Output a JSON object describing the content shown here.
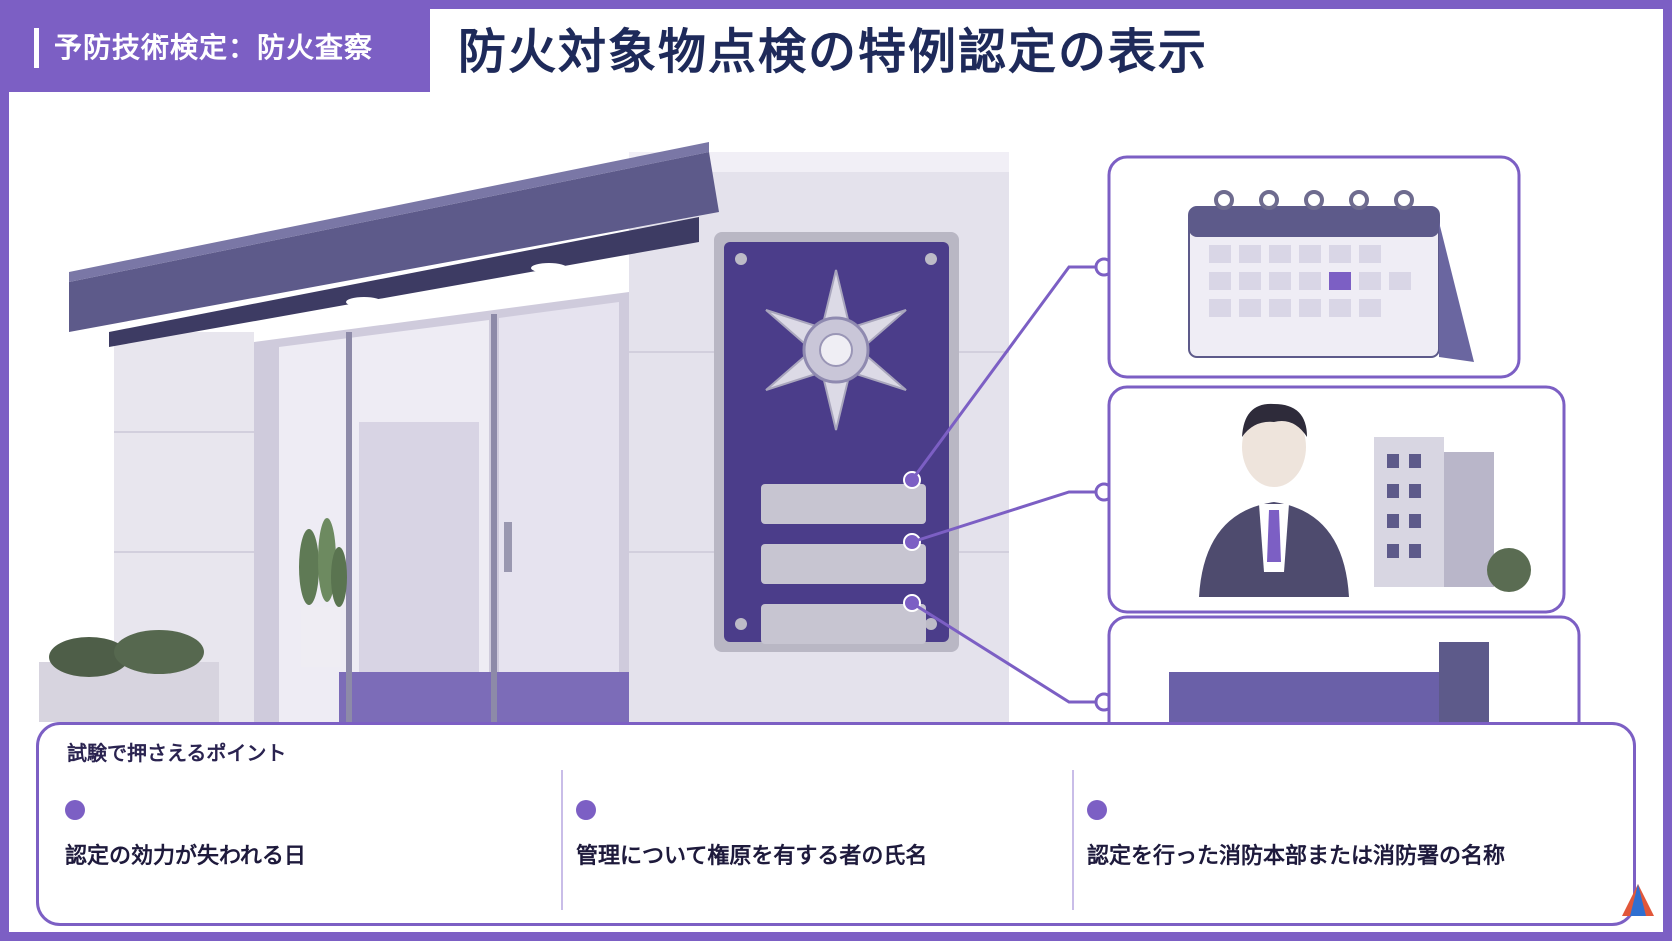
{
  "header": {
    "category": "予防技術検定：防火査察",
    "title": "防火対象物点検の特例認定の表示"
  },
  "points": {
    "heading": "試験で押さえるポイント",
    "items": [
      {
        "label": "認定の効力が失われる日"
      },
      {
        "label": "管理について権原を有する者の氏名"
      },
      {
        "label": "認定を行った消防本部または消防署の名称"
      }
    ]
  },
  "colors": {
    "accent": "#7c5fc4",
    "title": "#1e2a5a",
    "plate": "#4b3d8a"
  },
  "icons": [
    "calendar-icon",
    "person-icon",
    "building-icon",
    "emblem-icon"
  ]
}
